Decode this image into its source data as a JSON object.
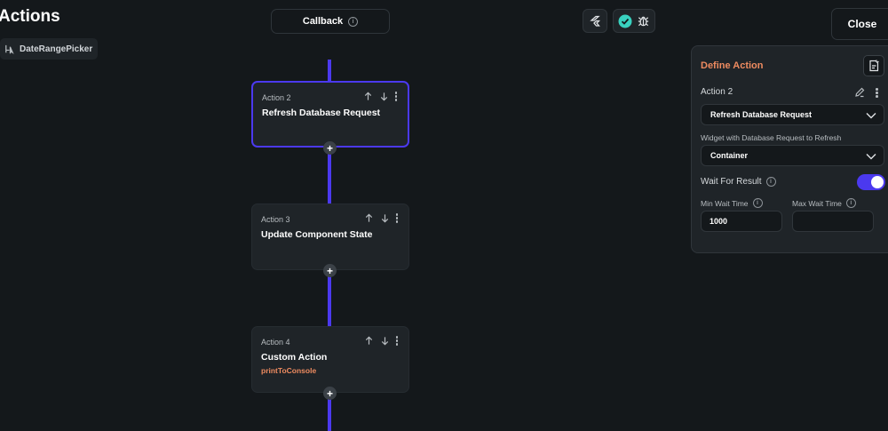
{
  "header": {
    "title": "Actions",
    "widget_chip": "DateRangePicker",
    "callback_label": "Callback",
    "close_label": "Close"
  },
  "actions": [
    {
      "sub": "Action 2",
      "title": "Refresh Database Request",
      "detail": ""
    },
    {
      "sub": "Action 3",
      "title": "Update Component State",
      "detail": ""
    },
    {
      "sub": "Action 4",
      "title": "Custom Action",
      "detail": "printToConsole"
    }
  ],
  "panel": {
    "title": "Define Action",
    "action_name": "Action 2",
    "action_type": "Refresh Database Request",
    "widget_label": "Widget with Database Request to Refresh",
    "widget_value": "Container",
    "wait_label": "Wait For Result",
    "wait_enabled": true,
    "min_wait_label": "Min Wait Time",
    "min_wait_value": "1000",
    "max_wait_label": "Max Wait Time",
    "max_wait_value": ""
  },
  "colors": {
    "accent": "#4b39ef",
    "highlight": "#ee8b60",
    "background": "#14181b",
    "surface": "#1f2428",
    "check": "#39d2c0"
  }
}
